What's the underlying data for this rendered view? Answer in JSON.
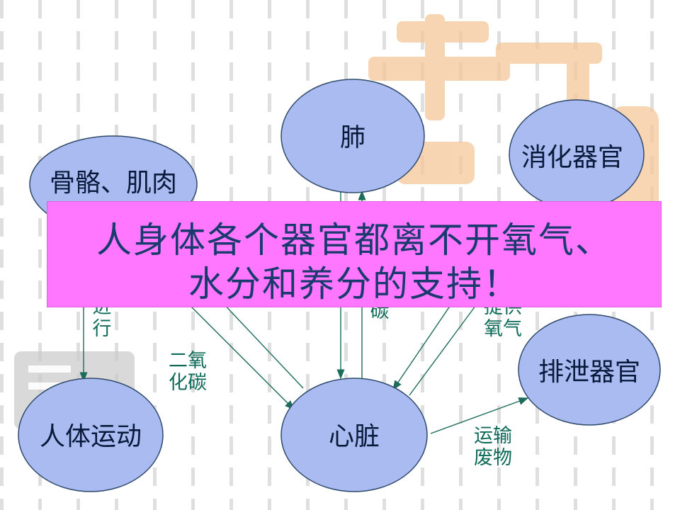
{
  "nodes": {
    "lung": "肺",
    "digestive": "消化器官",
    "bones_muscles": "骨骼、肌肉",
    "excretory": "排泄器官",
    "movement": "人体运动",
    "heart": "心脏"
  },
  "edge_labels": {
    "partial_left_1": "进",
    "partial_left_2": "行",
    "co2_1": "二氧",
    "co2_2": "化碳",
    "partial_mid": "碳",
    "partial_right_1": "提供",
    "partial_right_2": "氧气",
    "transport_1": "运输",
    "transport_2": "废物"
  },
  "banner": {
    "line1": "人身体各个器官都离不开氧气、",
    "line2": "水分和养分的支持！"
  },
  "colors": {
    "node_fill": "#aabbf2",
    "banner_fill": "#ff77ff",
    "arrow": "#1d6b5a",
    "banner_text": "#1a3a6e"
  }
}
